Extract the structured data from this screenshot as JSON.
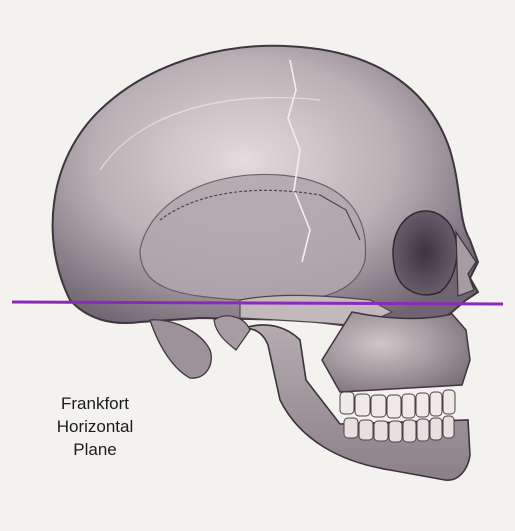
{
  "caption": {
    "line1": "Frankfort",
    "line2": "Horizontal",
    "line3": "Plane"
  },
  "colors": {
    "plane_line": "#8a2bb8",
    "bone_light": "#d9d3d3",
    "bone_mid": "#a89da3",
    "bone_dark": "#5a4f58",
    "background": "#f4f2ee"
  }
}
